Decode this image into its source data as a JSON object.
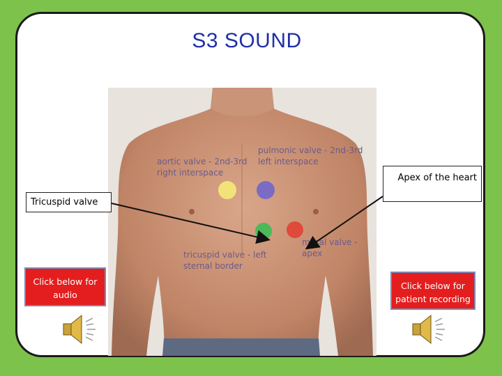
{
  "page": {
    "title": "S3 SOUND"
  },
  "diagram": {
    "labels": {
      "aortic": [
        "aortic valve - 2nd-3rd",
        "right interspace"
      ],
      "pulmonic": [
        "pulmonic valve - 2nd-3rd",
        "left interspace"
      ],
      "tricuspid": [
        "tricuspid valve - left",
        "sternal border"
      ],
      "mitral": [
        "mitral valve -",
        "apex"
      ]
    },
    "dot_colors": {
      "aortic": "#f3e27a",
      "pulmonic": "#7a6cc4",
      "tricuspid": "#4cb85a",
      "mitral": "#e04a3a"
    }
  },
  "callouts": {
    "tricuspid": "Tricuspid valve",
    "apex": "Apex of the heart"
  },
  "buttons": {
    "audio": [
      "Click below for",
      "audio"
    ],
    "patient": [
      "Click below for",
      "patient recording"
    ]
  },
  "icons": {
    "audio": "speaker-icon",
    "patient": "speaker-icon"
  },
  "colors": {
    "background": "#7dc24b",
    "title": "#1f2fa8",
    "button": "#e41e1e"
  }
}
